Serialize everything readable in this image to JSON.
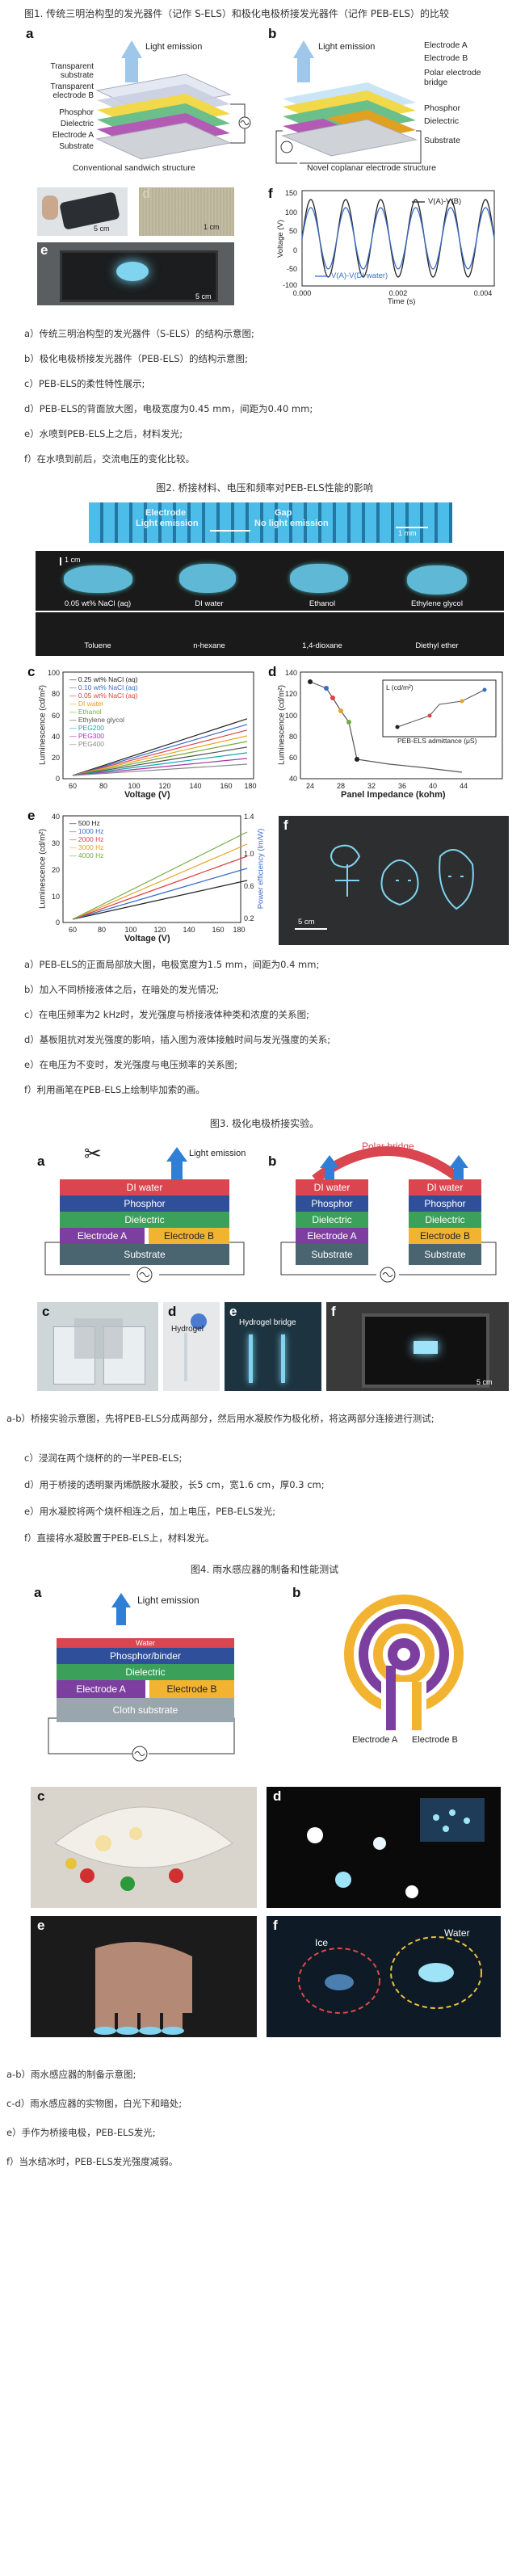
{
  "figures": [
    {
      "title": "图1. 传统三明治构型的发光器件（记作 S-ELS）和极化电极桥接发光器件（记作 PEB-ELS）的比较",
      "panels": {
        "a": {
          "light": "Light emission",
          "layers": [
            "Transparent substrate",
            "Transparent electrode B",
            "Phosphor",
            "Dielectric",
            "Electrode A",
            "Substrate"
          ],
          "caption": "Conventional sandwich structure"
        },
        "b": {
          "light": "Light emission",
          "layers": [
            "Electrode A",
            "Electrode B",
            "Polar electrode bridge",
            "Phosphor",
            "Dielectric",
            "Substrate"
          ],
          "caption": "Novel coplanar electrode structure"
        },
        "c": {
          "scale": "5 cm"
        },
        "d": {
          "scale": "1 cm"
        },
        "e": {
          "scale": "5 cm"
        },
        "f": {
          "ylabel": "Voltage (V)",
          "xlabel": "Time (s)",
          "legend": [
            "V(A)-V(B)",
            "V(A)-V(DI water)"
          ]
        }
      },
      "captions": [
        "a）传统三明治构型的发光器件（S-ELS）的结构示意图;",
        "b）极化电极桥接发光器件（PEB-ELS）的结构示意图;",
        "c）PEB-ELS的柔性特性展示;",
        "d）PEB-ELS的背面放大图，电极宽度为0.45 mm，间距为0.40 mm;",
        "e）水喷到PEB-ELS上之后，材料发光;",
        "f）在水喷到前后，交流电压的变化比较。"
      ]
    },
    {
      "title": "图2. 桥接材料、电压和频率对PEB-ELS性能的影响",
      "panels": {
        "a": {
          "left": "Electrode Light emission",
          "left1": "Electrode",
          "left2": "Light emission",
          "right1": "Gap",
          "right2": "No light emission",
          "scale": "1 mm"
        },
        "b": {
          "scale": "1 cm",
          "labels": [
            "0.05 wt% NaCl (aq)",
            "DI water",
            "Ethanol",
            "Ethylene glycol",
            "Toluene",
            "n-hexane",
            "1,4-dioxane",
            "Diethyl ether"
          ]
        },
        "c": {
          "ylabel": "Luminescence (cd/m²)",
          "xlabel": "Voltage (V)",
          "legend": [
            "0.25 wt% NaCl (aq)",
            "0.10 wt% NaCl (aq)",
            "0.05 wt% NaCl (aq)",
            "DI water",
            "Ethanol",
            "Ethylene glycol",
            "PEG200",
            "PEG300",
            "PEG400"
          ]
        },
        "d": {
          "ylabel": "Luminescence (cd/m²)",
          "xlabel": "Panel Impedance (kohm)",
          "inset_x": "PEB-ELS admittance (μS)",
          "inset_y": "L (cd/m²)"
        },
        "e": {
          "ylabel": "Luminescence (cd/m²)",
          "y2label": "Power efficiency (lm/W)",
          "xlabel": "Voltage (V)",
          "legend": [
            "500 Hz",
            "1000 Hz",
            "2000 Hz",
            "3000 Hz",
            "4000 Hz"
          ]
        },
        "f": {
          "scale": "5 cm"
        }
      },
      "captions": [
        "a）PEB-ELS的正面局部放大图，电极宽度为1.5 mm，间距为0.4 mm;",
        "b）加入不同桥接液体之后，在暗处的发光情况;",
        "c）在电压频率为2 kHz时，发光强度与桥接液体种类和浓度的关系图;",
        "d）基板阻抗对发光强度的影响，插入图为液体接触时间与发光强度的关系;",
        "e）在电压为不变时，发光强度与电压频率的关系图;",
        "f）利用画笔在PEB-ELS上绘制毕加索的画。"
      ]
    },
    {
      "title": "图3. 极化电极桥接实验。",
      "panels": {
        "a": {
          "light": "Light emission",
          "layers": [
            "DI water",
            "Phosphor",
            "Dielectric",
            "Electrode A",
            "Electrode B",
            "Substrate"
          ]
        },
        "b": {
          "bridge": "Polar bridge",
          "layers": [
            "DI water",
            "DI water",
            "Phosphor",
            "Phosphor",
            "Dielectric",
            "Dielectric",
            "Electrode A",
            "Electrode B",
            "Substrate",
            "Substrate"
          ]
        },
        "d": {
          "label": "Hydrogel"
        },
        "e": {
          "label": "Hydrogel bridge"
        },
        "f": {
          "scale": "5 cm"
        }
      },
      "captions": [
        "a-b）桥接实验示意图，先将PEB-ELS分成两部分，然后用水凝胶作为极化桥，将这两部分连接进行测试;",
        "c）浸润在两个烧杯的的一半PEB-ELS;",
        "d）用于桥接的透明聚丙烯酰胺水凝胶，长5 cm，宽1.6 cm，厚0.3 cm;",
        "e）用水凝胶将两个烧杯相连之后，加上电压，PEB-ELS发光;",
        "f）直接将水凝胶置于PEB-ELS上，材料发光。"
      ]
    },
    {
      "title": "图4. 雨水感应器的制备和性能测试",
      "panels": {
        "a": {
          "light": "Light emission",
          "layers": [
            "Water",
            "Phosphor/binder",
            "Dielectric",
            "Electrode A",
            "Electrode B",
            "Cloth substrate"
          ]
        },
        "b": {
          "labels": [
            "Electrode A",
            "Electrode B"
          ]
        },
        "f": {
          "labels": [
            "Ice",
            "Water"
          ]
        }
      },
      "captions": [
        "a-b）雨水感应器的制备示意图;",
        "c-d）雨水感应器的实物图，白光下和暗处;",
        "e）手作为桥接电极，PEB-ELS发光;",
        "f）当水结冰时，PEB-ELS发光强度减弱。"
      ]
    }
  ]
}
